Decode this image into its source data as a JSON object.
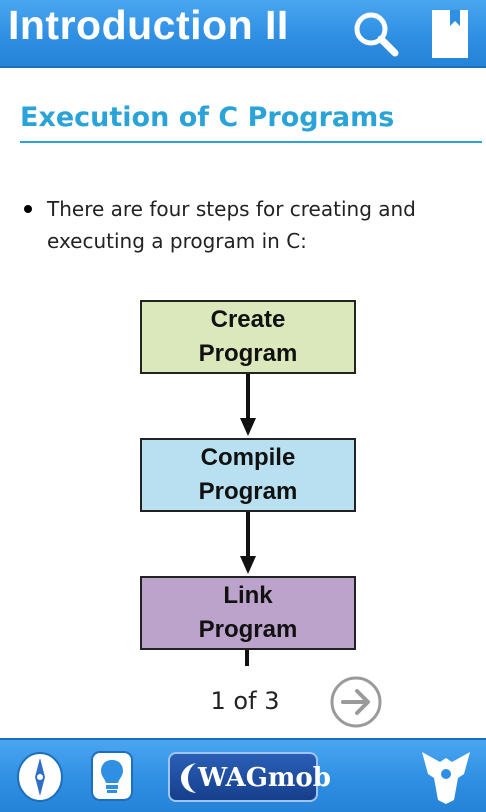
{
  "header": {
    "title": "Introduction II",
    "search_icon": "search-icon",
    "bookmark_icon": "bookmark-icon"
  },
  "content": {
    "section_title": "Execution of C Programs",
    "bullet": "There are four steps for creating and executing a program in C:"
  },
  "diagram": {
    "steps": [
      {
        "label": "Create\nProgram",
        "color": "#dbe8bc"
      },
      {
        "label": "Compile\nProgram",
        "color": "#b9e0f1"
      },
      {
        "label": "Link\nProgram",
        "color": "#bca3cc"
      }
    ]
  },
  "pagination": {
    "indicator": "1 of 3",
    "current": 1,
    "total": 3,
    "next_icon": "arrow-right-circle-icon"
  },
  "footer": {
    "compass_icon": "compass-icon",
    "bulb_icon": "lightbulb-icon",
    "brand": "WAGmob",
    "share_icon": "share-icon"
  },
  "colors": {
    "bar_blue": "#2f8fe3",
    "accent": "#2aa3d8"
  }
}
